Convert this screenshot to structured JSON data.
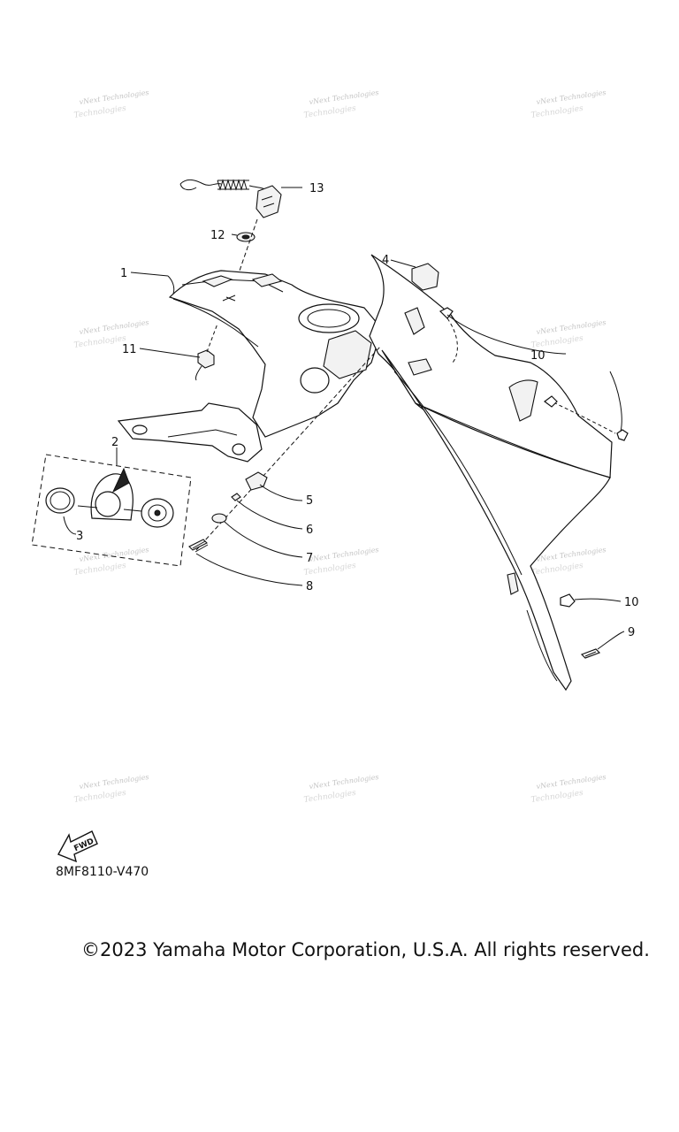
{
  "watermark": {
    "line1": "vNext Technologies",
    "line2": "Technologies"
  },
  "callouts": {
    "c1": "1",
    "c2": "2",
    "c3": "3",
    "c4": "4",
    "c5": "5",
    "c6": "6",
    "c7": "7",
    "c8": "8",
    "c9": "9",
    "c10a": "10",
    "c10b": "10",
    "c11": "11",
    "c12": "12",
    "c13": "13"
  },
  "fwd_arrow_label": "FWD",
  "diagram_code": "8MF8110-V470",
  "copyright": "©2023 Yamaha Motor Corporation, U.S.A. All rights reserved."
}
